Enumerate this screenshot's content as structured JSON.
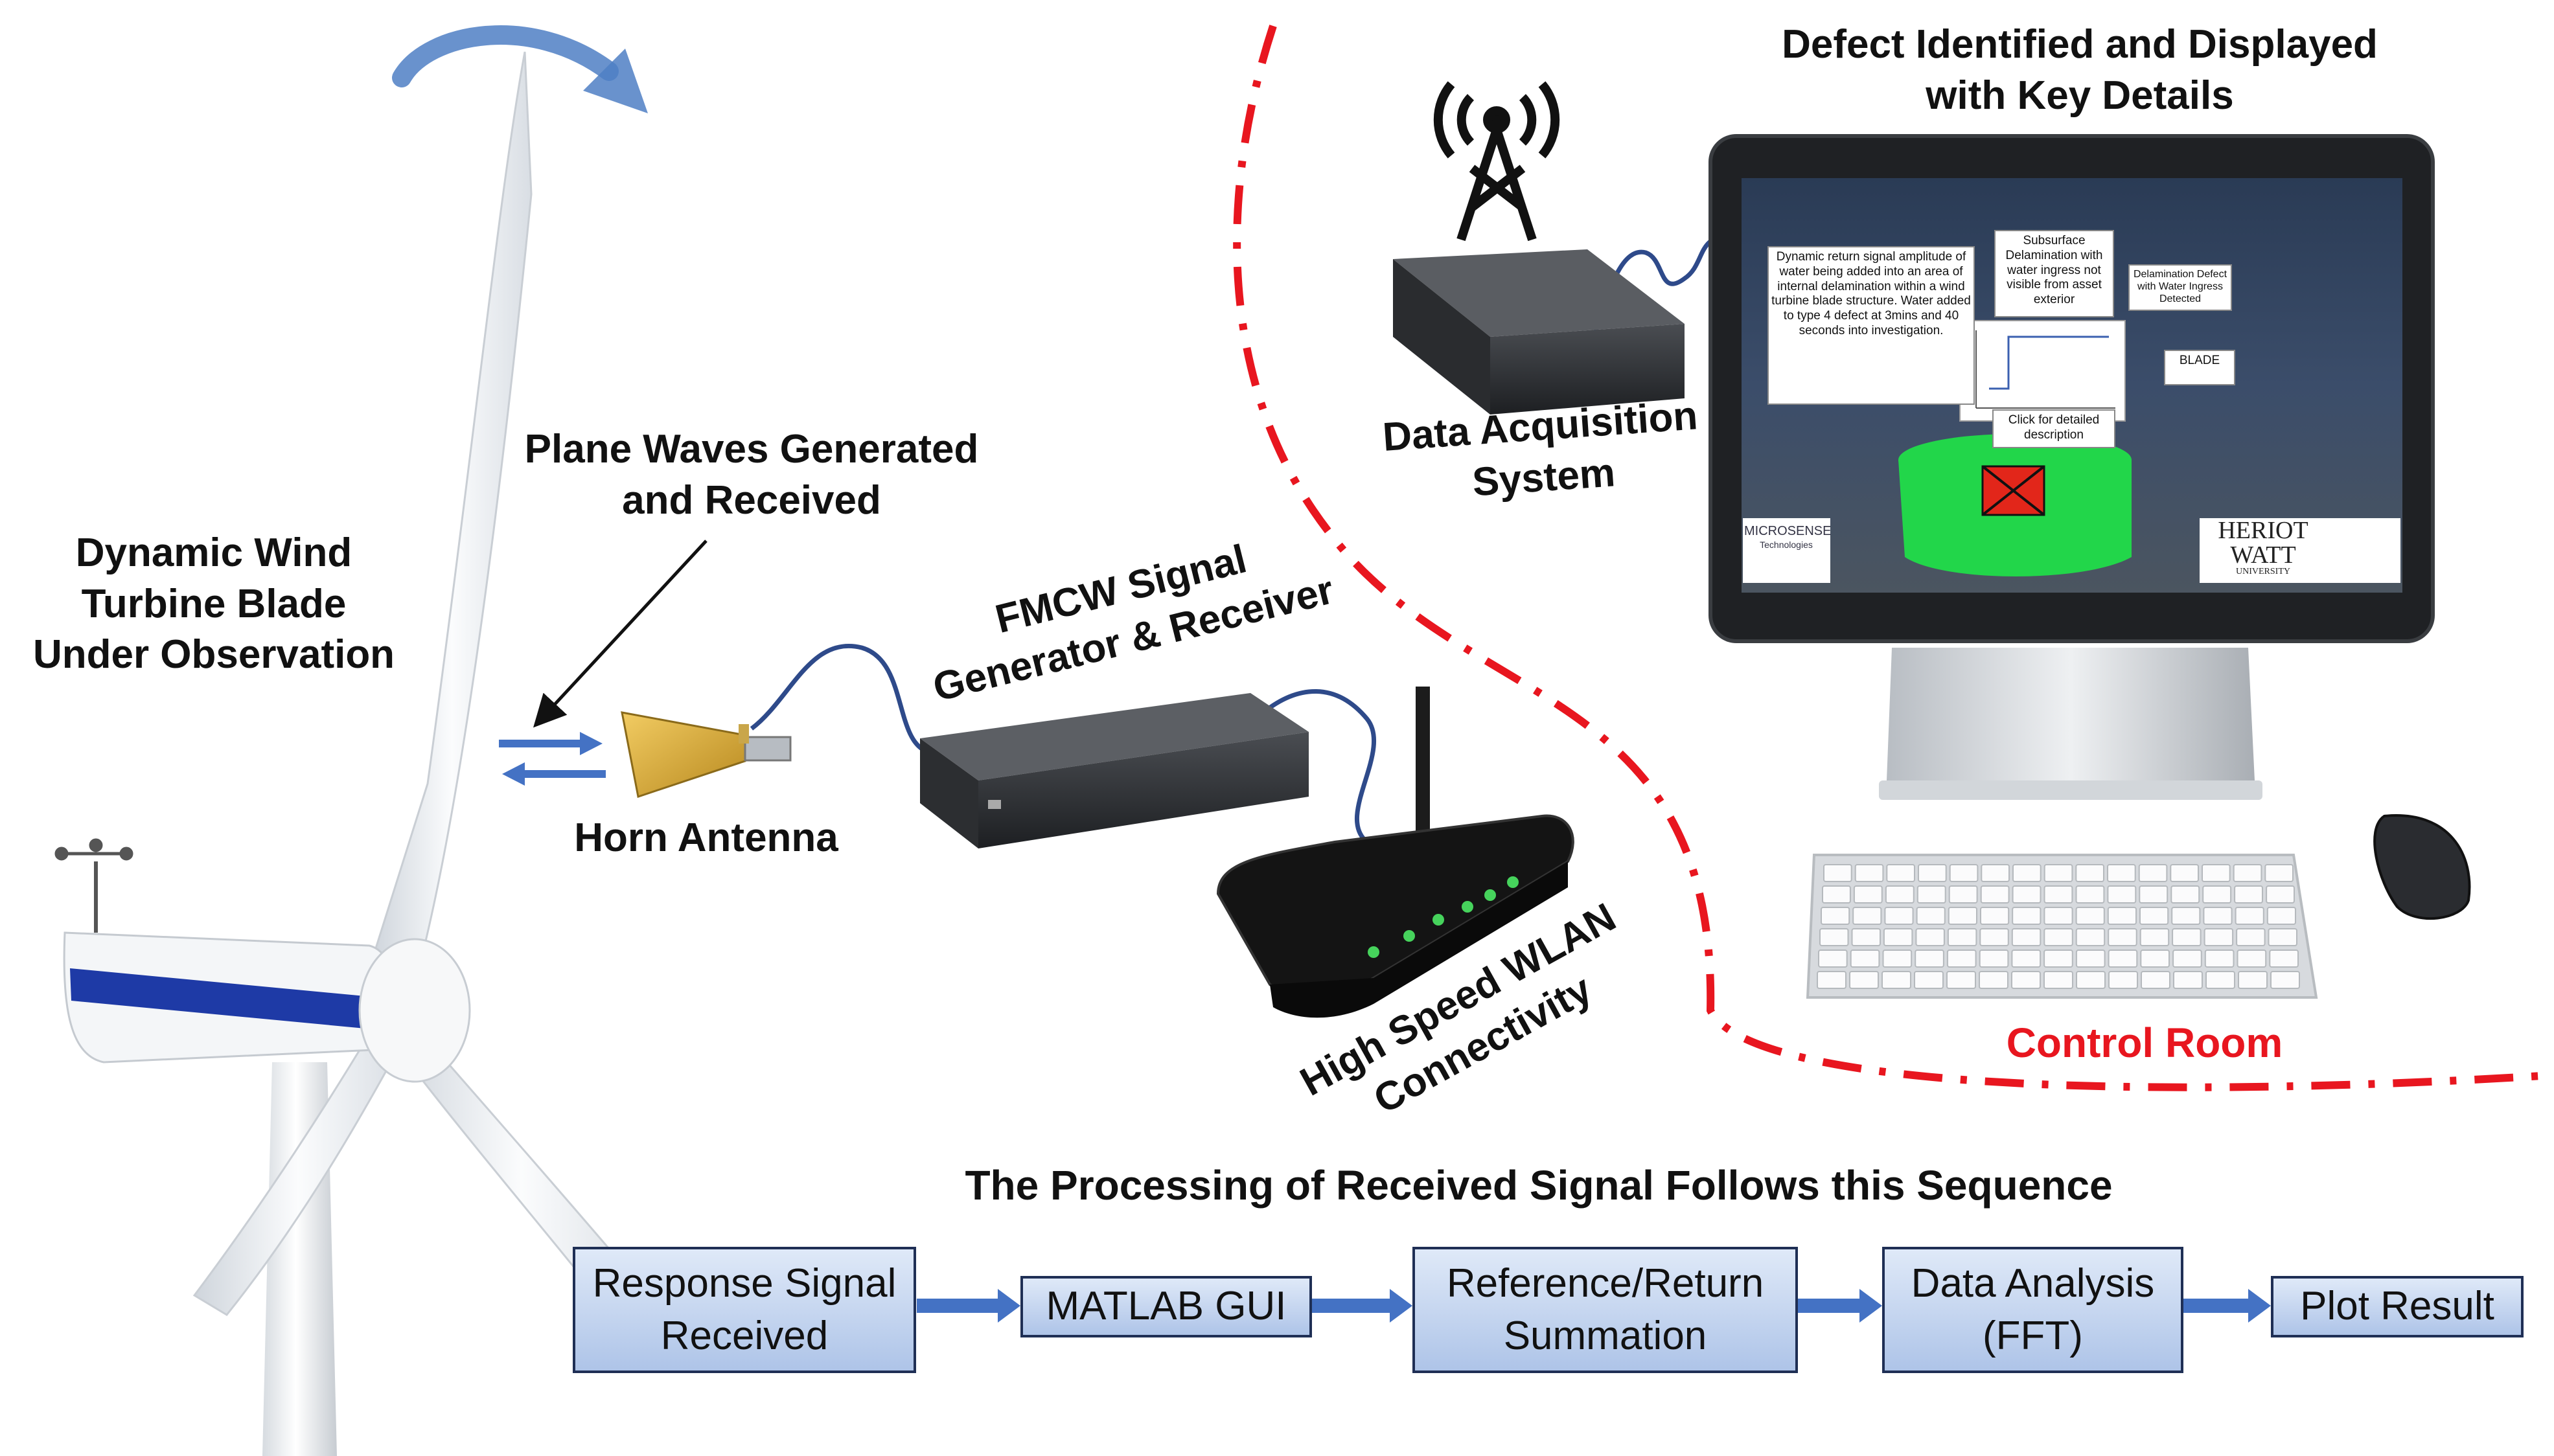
{
  "labels": {
    "turbine": "Dynamic Wind Turbine Blade Under Observation",
    "turbine_lines": [
      "Dynamic Wind",
      "Turbine Blade",
      "Under Observation"
    ],
    "plane_waves_lines": [
      "Plane Waves Generated",
      "and Received"
    ],
    "horn_antenna": "Horn Antenna",
    "fmcw_lines": [
      "FMCW Signal",
      "Generator & Receiver"
    ],
    "wlan_lines": [
      "High Speed WLAN",
      "Connectivity"
    ],
    "daq_lines": [
      "Data Acquisition",
      "System"
    ],
    "defect_lines": [
      "Defect Identified and Displayed",
      "with Key Details"
    ],
    "control_room": "Control Room",
    "sequence_title": "The Processing of Received Signal Follows this Sequence"
  },
  "screen": {
    "note_main": "Dynamic return signal amplitude of water being added into an area of internal delamination within a wind turbine blade structure. Water added to type 4 defect at 3mins and 40 seconds into investigation.",
    "note_subsurface": "Subsurface Delamination with water ingress not visible from asset exterior",
    "note_delamination": "Delamination Defect with Water Ingress Detected",
    "note_blade": "BLADE",
    "note_click": "Click for detailed description",
    "logo_left": "MICROSENSE",
    "logo_left_sub": "Technologies",
    "logo_right_1": "HERIOT",
    "logo_right_2": "WATT",
    "logo_right_3": "UNIVERSITY"
  },
  "flow": {
    "steps": [
      {
        "lines": [
          "Response Signal",
          "Received"
        ]
      },
      {
        "lines": [
          "MATLAB GUI"
        ]
      },
      {
        "lines": [
          "Reference/Return",
          "Summation"
        ]
      },
      {
        "lines": [
          "Data Analysis",
          "(FFT)"
        ]
      },
      {
        "lines": [
          "Plot Result"
        ]
      }
    ]
  },
  "colors": {
    "accent_blue": "#4472c4",
    "dash_red": "#e8161f",
    "box_border": "#1f2f55",
    "screen_green": "#22d64a",
    "defect_red": "#e2261a"
  }
}
